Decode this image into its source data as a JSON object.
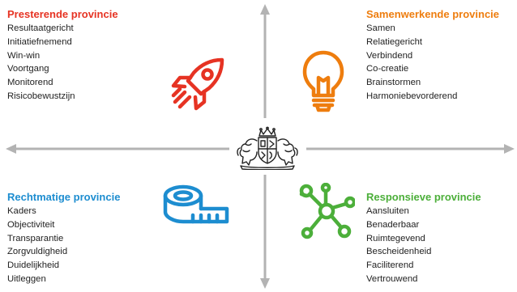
{
  "colors": {
    "axis": "#b3b3b3",
    "red": "#e63323",
    "orange": "#ee7d0e",
    "blue": "#1d8dd0",
    "green": "#4caf3a",
    "text": "#222222"
  },
  "quadrants": {
    "top_left": {
      "title": "Presterende provincie",
      "items": [
        "Resultaatgericht",
        "Initiatiefnemend",
        "Win-win",
        "Voortgang",
        "Monitorend",
        "Risicobewustzijn"
      ]
    },
    "top_right": {
      "title": "Samenwerkende provincie",
      "items": [
        "Samen",
        "Relatiegericht",
        "Verbindend",
        "Co-creatie",
        "Brainstormen",
        "Harmoniebevorderend"
      ]
    },
    "bottom_left": {
      "title": "Rechtmatige provincie",
      "items": [
        "Kaders",
        "Objectiviteit",
        "Transparantie",
        "Zorgvuldigheid",
        "Duidelijkheid",
        "Uitleggen"
      ]
    },
    "bottom_right": {
      "title": "Responsieve provincie",
      "items": [
        "Aansluiten",
        "Benaderbaar",
        "Ruimtegevend",
        "Bescheidenheid",
        "Faciliterend",
        "Vertrouwend"
      ]
    }
  },
  "icons": {
    "top_left": "rocket-icon",
    "top_right": "lightbulb-icon",
    "bottom_left": "measuring-tape-icon",
    "bottom_right": "network-icon",
    "center": "coat-of-arms-icon"
  }
}
